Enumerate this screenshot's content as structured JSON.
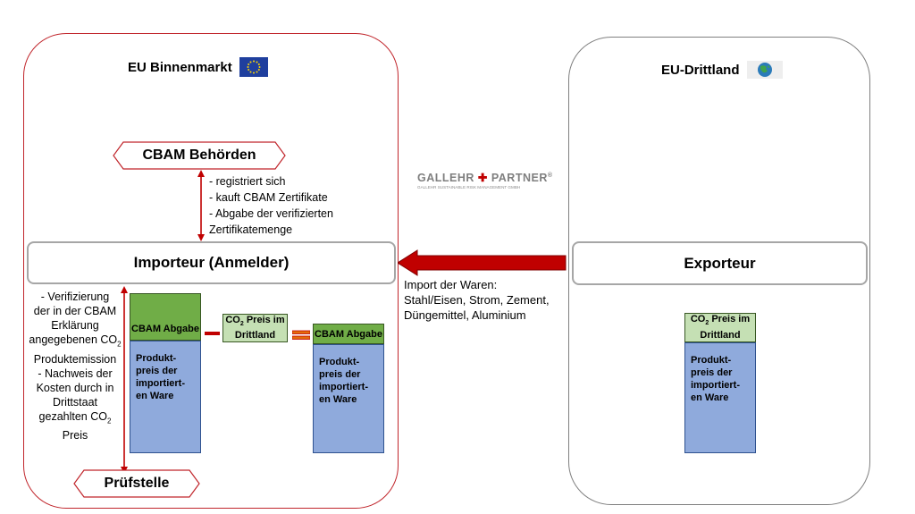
{
  "eu": {
    "title": "EU Binnenmarkt",
    "authority_label": "CBAM Behörden",
    "authority_actions": [
      "- registriert sich",
      "- kauft CBAM Zertifikate",
      "- Abgabe der verifizierten",
      "Zertifikatemenge"
    ],
    "importer_label": "Importeur (Anmelder)",
    "left_notes": [
      "- Verifizierung",
      "der in der CBAM",
      "Erklärung",
      "angegebenen CO",
      "Produktemission",
      "- Nachweis der",
      "Kosten durch in",
      "Drittstaat",
      "gezahlten CO",
      "Preis"
    ],
    "cbam_abgabe": "CBAM Abgabe",
    "product_price": [
      "Produkt-",
      "preis der",
      "importiert-",
      "en Ware"
    ],
    "co2_price": [
      "CO",
      " Preis im",
      "Drittland"
    ],
    "verifier_label": "Prüfstelle"
  },
  "third": {
    "title": "EU-Drittland",
    "exporter_label": "Exporteur",
    "co2_price": [
      "CO",
      " Preis im",
      "Drittland"
    ],
    "product_price": [
      "Produkt-",
      "preis der",
      "importiert-",
      "en Ware"
    ]
  },
  "flow": {
    "import_text": [
      "Import der Waren:",
      "Stahl/Eisen, Strom, Zement,",
      "Düngemittel, Aluminium"
    ]
  },
  "logo": {
    "name_left": "GALLEHR",
    "name_right": "PARTNER",
    "reg": "®",
    "tagline": "GALLEHR SUSTAINABLE RISK MANAGEMENT GMBH"
  },
  "subscript": "2",
  "colors": {
    "eu_border": "#c0252b",
    "arrow": "#c00000",
    "green": "#70ad47",
    "light_green": "#c5e0b4",
    "blue": "#8faadc"
  }
}
